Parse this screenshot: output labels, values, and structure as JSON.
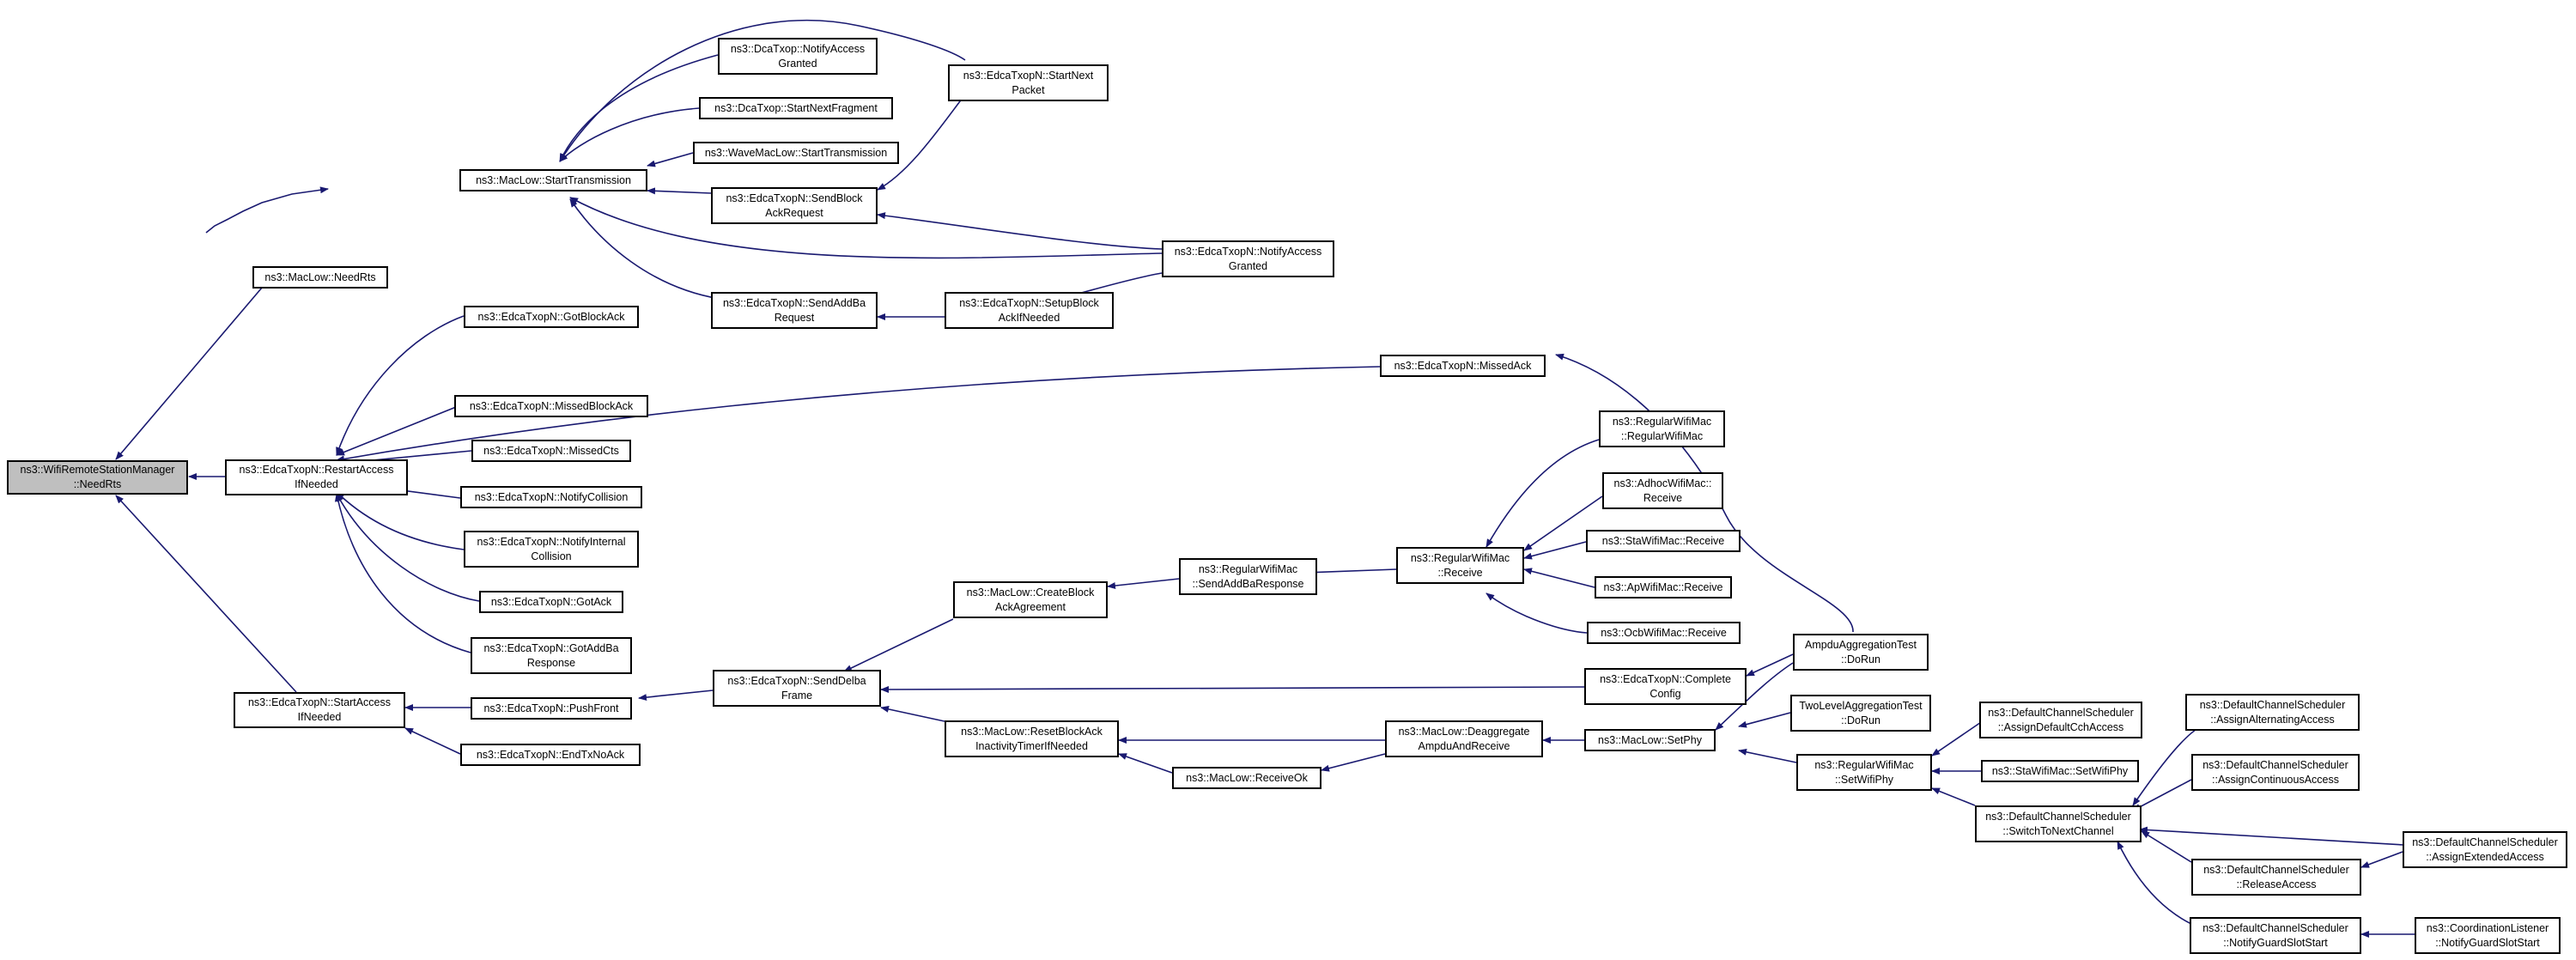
{
  "colors": {
    "edge": "#191970",
    "root_fill": "#bfbfbf",
    "node_fill": "#ffffff",
    "border": "#000000"
  },
  "nodes": {
    "n1": [
      "ns3::WifiRemoteStationManager",
      "::NeedRts"
    ],
    "n2": [
      "ns3::MacLow::NeedRts"
    ],
    "n3": [
      "ns3::EdcaTxopN::RestartAccess",
      "IfNeeded"
    ],
    "n4": [
      "ns3::EdcaTxopN::StartAccess",
      "IfNeeded"
    ],
    "n5": [
      "ns3::MacLow::StartTransmission"
    ],
    "n6": [
      "ns3::DcaTxop::NotifyAccess",
      "Granted"
    ],
    "n7": [
      "ns3::DcaTxop::StartNextFragment"
    ],
    "n8": [
      "ns3::WaveMacLow::StartTransmission"
    ],
    "n9": [
      "ns3::EdcaTxopN::SendBlock",
      "AckRequest"
    ],
    "n10": [
      "ns3::EdcaTxopN::SendAddBa",
      "Request"
    ],
    "n11": [
      "ns3::EdcaTxopN::StartNext",
      "Packet"
    ],
    "n12": [
      "ns3::EdcaTxopN::NotifyAccess",
      "Granted"
    ],
    "n13": [
      "ns3::EdcaTxopN::SetupBlock",
      "AckIfNeeded"
    ],
    "n14": [
      "ns3::EdcaTxopN::GotBlockAck"
    ],
    "n15": [
      "ns3::EdcaTxopN::MissedBlockAck"
    ],
    "n16": [
      "ns3::EdcaTxopN::MissedCts"
    ],
    "n17": [
      "ns3::EdcaTxopN::NotifyCollision"
    ],
    "n18": [
      "ns3::EdcaTxopN::NotifyInternal",
      "Collision"
    ],
    "n19": [
      "ns3::EdcaTxopN::GotAck"
    ],
    "n20": [
      "ns3::EdcaTxopN::GotAddBa",
      "Response"
    ],
    "n21": [
      "ns3::EdcaTxopN::MissedAck"
    ],
    "n22": [
      "ns3::EdcaTxopN::PushFront"
    ],
    "n23": [
      "ns3::EdcaTxopN::EndTxNoAck"
    ],
    "n24": [
      "ns3::EdcaTxopN::SendDelba",
      "Frame"
    ],
    "n25": [
      "ns3::MacLow::CreateBlock",
      "AckAgreement"
    ],
    "n26": [
      "ns3::MacLow::ResetBlockAck",
      "InactivityTimerIfNeeded"
    ],
    "n27": [
      "ns3::RegularWifiMac",
      "::SendAddBaResponse"
    ],
    "n28": [
      "ns3::MacLow::ReceiveOk"
    ],
    "n29": [
      "ns3::RegularWifiMac",
      "::Receive"
    ],
    "n30": [
      "ns3::MacLow::Deaggregate",
      "AmpduAndReceive"
    ],
    "n31": [
      "ns3::RegularWifiMac",
      "::RegularWifiMac"
    ],
    "n32": [
      "ns3::AdhocWifiMac::",
      "Receive"
    ],
    "n33": [
      "ns3::StaWifiMac::Receive"
    ],
    "n34": [
      "ns3::ApWifiMac::Receive"
    ],
    "n35": [
      "ns3::OcbWifiMac::Receive"
    ],
    "n36": [
      "ns3::EdcaTxopN::Complete",
      "Config"
    ],
    "n37": [
      "ns3::MacLow::SetPhy"
    ],
    "n38": [
      "AmpduAggregationTest",
      "::DoRun"
    ],
    "n39": [
      "TwoLevelAggregationTest",
      "::DoRun"
    ],
    "n40": [
      "ns3::RegularWifiMac",
      "::SetWifiPhy"
    ],
    "n41": [
      "ns3::DefaultChannelScheduler",
      "::AssignDefaultCchAccess"
    ],
    "n42": [
      "ns3::StaWifiMac::SetWifiPhy"
    ],
    "n43": [
      "ns3::DefaultChannelScheduler",
      "::SwitchToNextChannel"
    ],
    "n44": [
      "ns3::DefaultChannelScheduler",
      "::AssignAlternatingAccess"
    ],
    "n45": [
      "ns3::DefaultChannelScheduler",
      "::AssignContinuousAccess"
    ],
    "n46": [
      "ns3::DefaultChannelScheduler",
      "::ReleaseAccess"
    ],
    "n47": [
      "ns3::DefaultChannelScheduler",
      "::AssignExtendedAccess"
    ],
    "n48": [
      "ns3::DefaultChannelScheduler",
      "::NotifyGuardSlotStart"
    ],
    "n49": [
      "ns3::CoordinationListener",
      "::NotifyGuardSlotStart"
    ]
  }
}
